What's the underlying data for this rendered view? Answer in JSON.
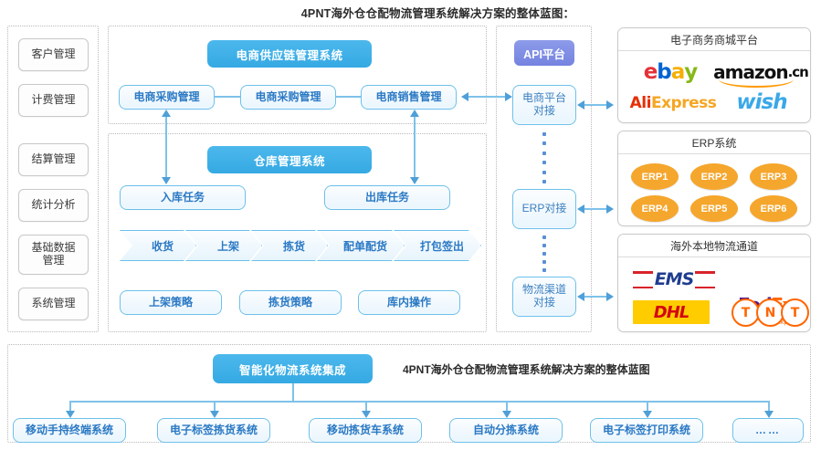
{
  "title": "4PNT海外仓仓配物流管理系统解决方案的整体蓝图：",
  "sidebar": {
    "items": [
      {
        "label": "客户管理"
      },
      {
        "label": "计费管理"
      },
      {
        "label": "结算管理"
      },
      {
        "label": "统计分析"
      },
      {
        "label": "基础数据管理"
      },
      {
        "label": "系统管理"
      }
    ]
  },
  "supply_chain": {
    "header": "电商供应链管理系统",
    "boxes": [
      {
        "label": "电商采购管理"
      },
      {
        "label": "电商采购管理"
      },
      {
        "label": "电商销售管理"
      }
    ]
  },
  "warehouse": {
    "header": "仓库管理系统",
    "tasks": [
      {
        "label": "入库任务"
      },
      {
        "label": "出库任务"
      }
    ],
    "steps": [
      {
        "label": "收货"
      },
      {
        "label": "上架"
      },
      {
        "label": "拣货"
      },
      {
        "label": "配单配货"
      },
      {
        "label": "打包签出"
      }
    ],
    "strategies": [
      {
        "label": "上架策略"
      },
      {
        "label": "拣货策略"
      },
      {
        "label": "库内操作"
      }
    ]
  },
  "api": {
    "header": "API平台",
    "connectors": [
      {
        "label": "电商平台对接"
      },
      {
        "label": "ERP对接"
      },
      {
        "label": "物流渠道对接"
      }
    ]
  },
  "panels": {
    "ecommerce": {
      "title": "电子商务商城平台",
      "logos": [
        {
          "name": "ebay"
        },
        {
          "name": "amazon.cn"
        },
        {
          "name": "AliExpress"
        },
        {
          "name": "wish"
        }
      ]
    },
    "erp": {
      "title": "ERP系统",
      "items": [
        {
          "label": "ERP1"
        },
        {
          "label": "ERP2"
        },
        {
          "label": "ERP3"
        },
        {
          "label": "ERP4"
        },
        {
          "label": "ERP5"
        },
        {
          "label": "ERP6"
        }
      ]
    },
    "logistics": {
      "title": "海外本地物流通道",
      "logos": [
        {
          "name": "EMS"
        },
        {
          "name": "FedEx Express"
        },
        {
          "name": "DHL"
        },
        {
          "name": "TNT"
        }
      ]
    }
  },
  "bottom": {
    "header": "智能化物流系统集成",
    "caption": "4PNT海外仓仓配物流管理系统解决方案的整体蓝图",
    "items": [
      {
        "label": "移动手持终端系统"
      },
      {
        "label": "电子标签拣货系统"
      },
      {
        "label": "移动拣货车系统"
      },
      {
        "label": "自动分拣系统"
      },
      {
        "label": "电子标签打印系统"
      },
      {
        "label": "……"
      }
    ]
  },
  "colors": {
    "blue_header": "#35a9e3",
    "light_box_border": "#6cc0ea",
    "api_purple": "#7583e0",
    "erp_orange": "#f5a62c",
    "connector_blue": "#7ec2ea"
  },
  "logo_text": {
    "ebay_e": "e",
    "ebay_b": "b",
    "ebay_a": "a",
    "ebay_y": "y",
    "amazon": "amazon",
    "amazon_cn": ".cn",
    "ali_ali": "Ali",
    "ali_express": "Express",
    "wish": "wish",
    "ems": "EMS",
    "fedex_fed": "Fed",
    "fedex_ex": "Ex",
    "fedex_express": "Express",
    "dhl": "DHL",
    "tnt_t1": "T",
    "tnt_n": "N",
    "tnt_t2": "T"
  }
}
